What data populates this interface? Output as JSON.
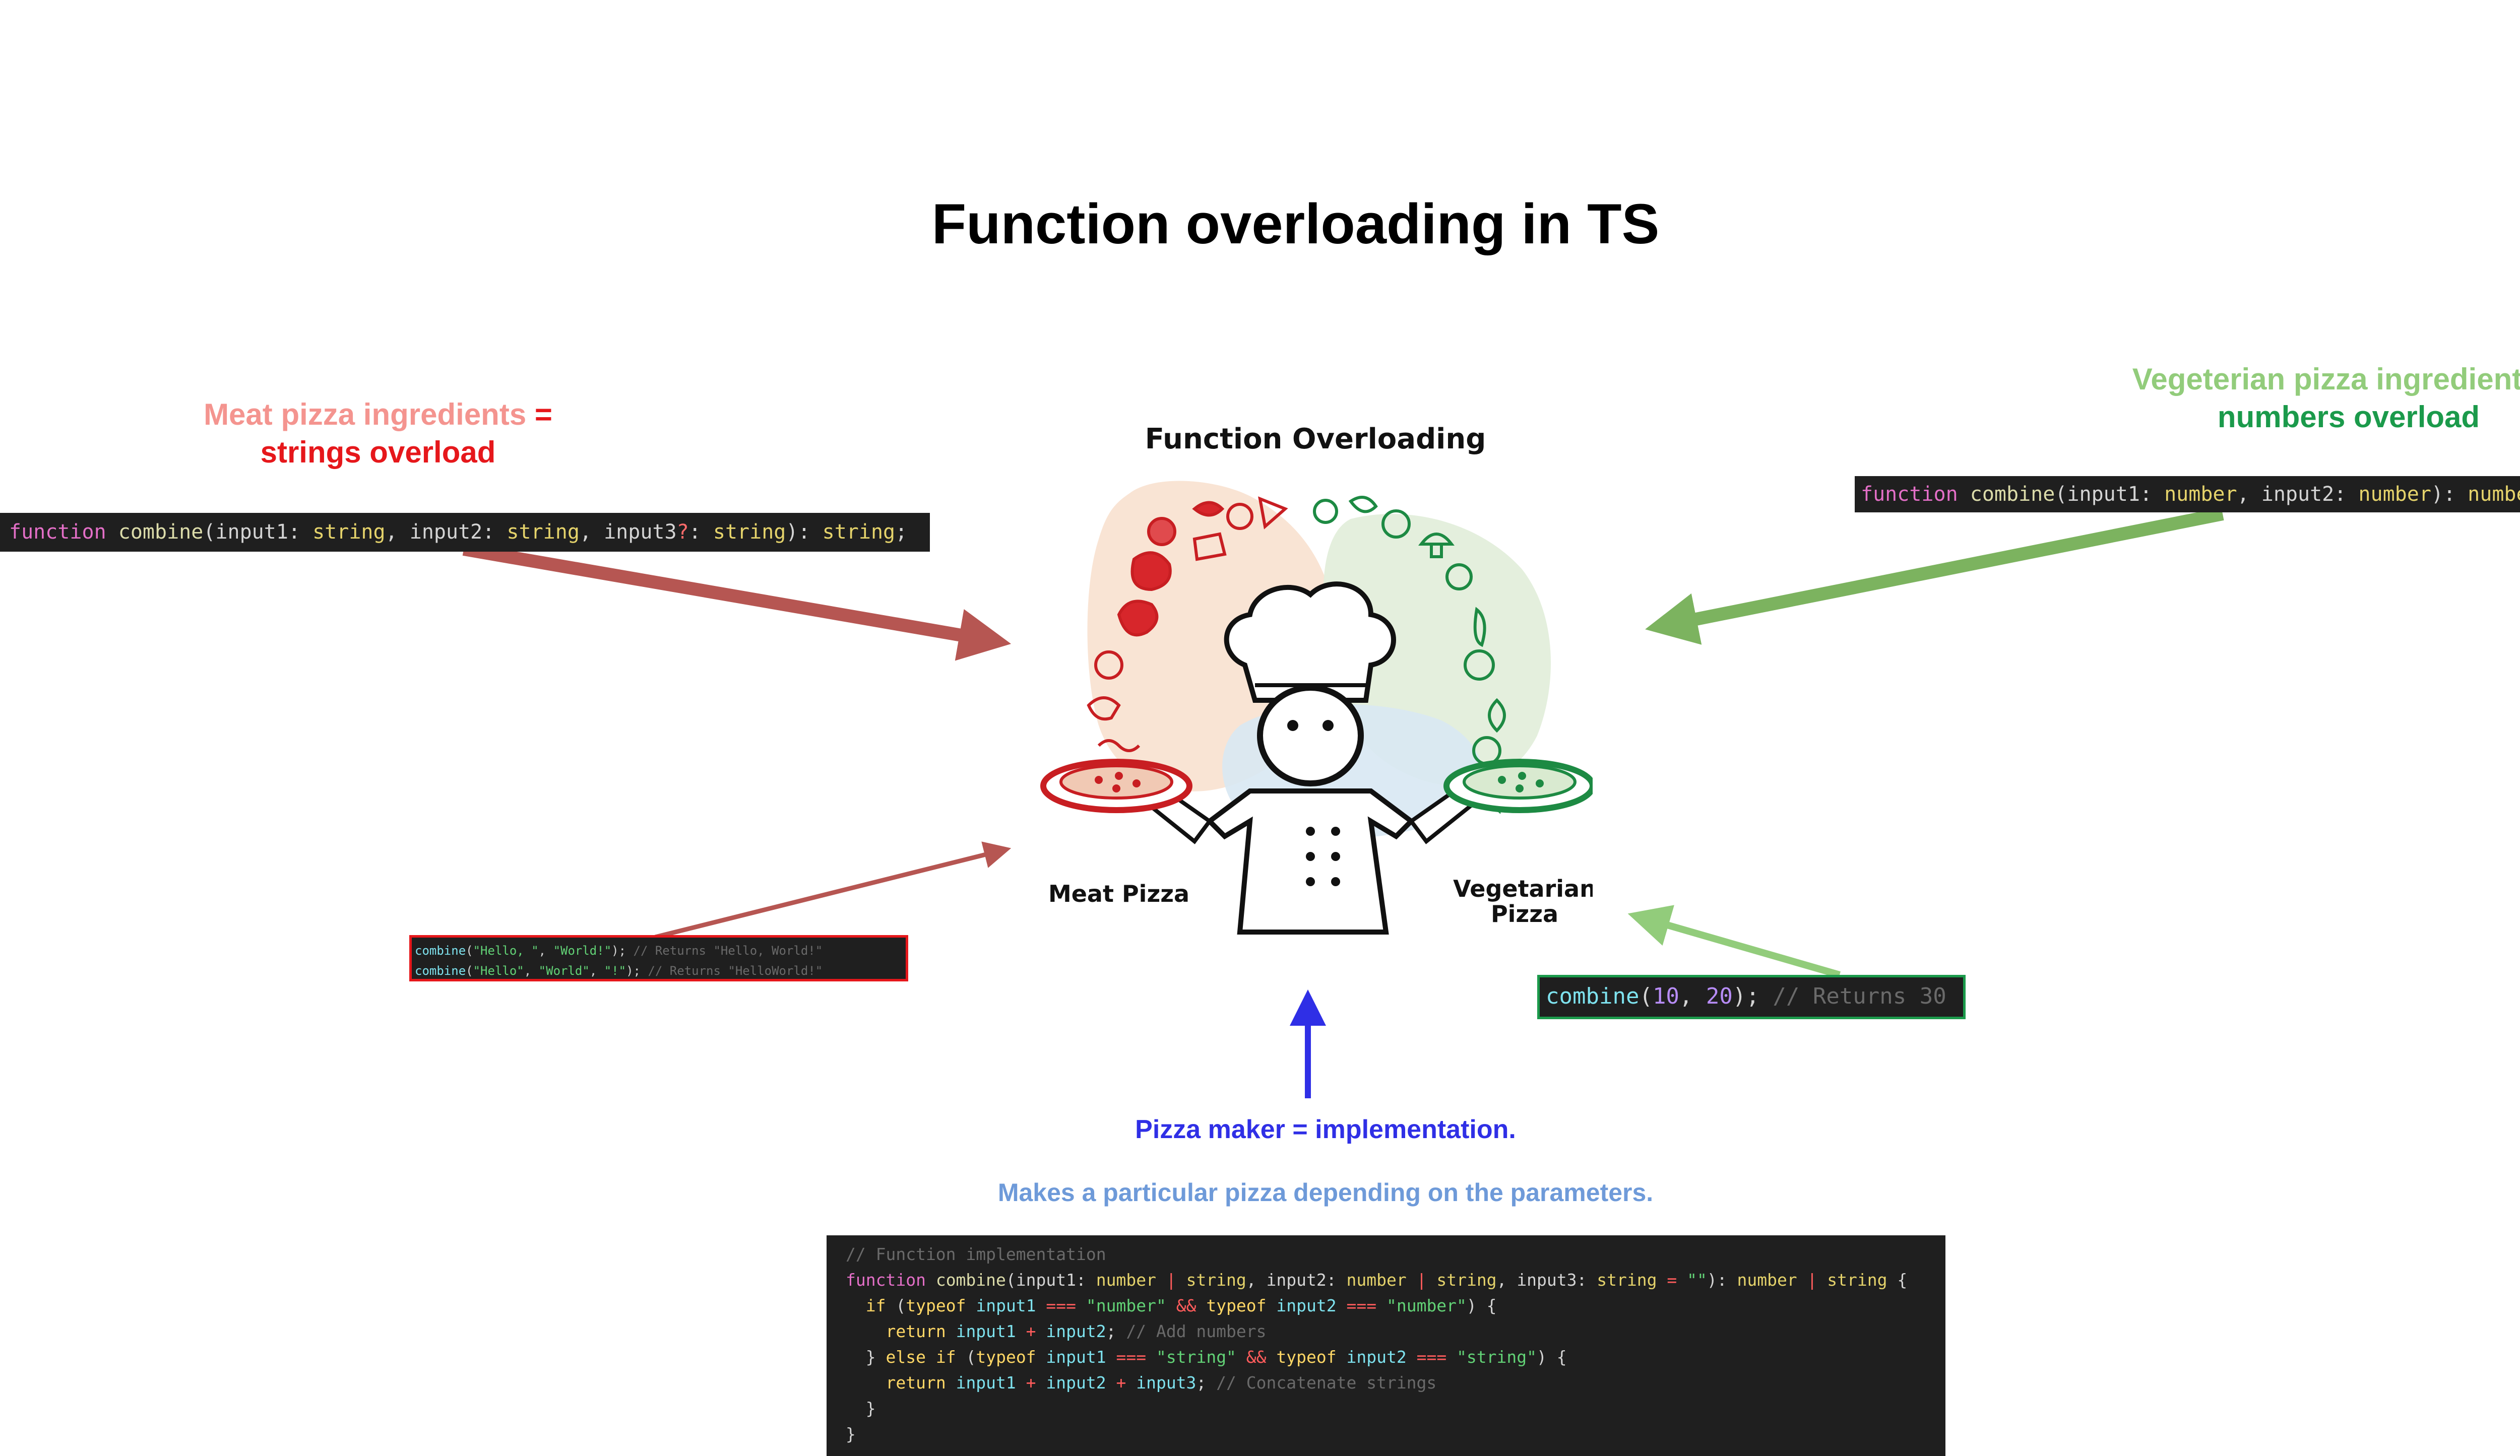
{
  "title": "Function overloading in TS",
  "meat": {
    "label_part1": "Meat pizza ingredients",
    "label_eq": " =",
    "label_part2": "strings overload",
    "signature": {
      "kw": "function",
      "name": " combine",
      "open": "(",
      "p1": "input1",
      "c1": ": ",
      "t1": "string",
      "sep1": ", ",
      "p2": "input2",
      "c2": ": ",
      "t2": "string",
      "sep2": ", ",
      "p3": "input3",
      "opt": "?",
      "c3": ": ",
      "t3": "string",
      "close": "): ",
      "ret": "string",
      "end": ";"
    },
    "calls": [
      {
        "fn": "combine",
        "open": "(",
        "a1": "\"Hello, \"",
        "sep1": ", ",
        "a2": "\"World!\"",
        "close": ");",
        "comment": " // Returns \"Hello, World!\""
      },
      {
        "fn": "combine",
        "open": "(",
        "a1": "\"Hello\"",
        "sep1": ", ",
        "a2": "\"World\"",
        "sep2": ", ",
        "a3": "\"!\"",
        "close": ");",
        "comment": " // Returns \"HelloWorld!\""
      }
    ]
  },
  "veg": {
    "label_part1": "Vegeterian pizza ingredients",
    "label_eq": " =",
    "label_part2": "numbers overload",
    "signature": {
      "kw": "function",
      "name": " combine",
      "open": "(",
      "p1": "input1",
      "c1": ": ",
      "t1": "number",
      "sep1": ", ",
      "p2": "input2",
      "c2": ": ",
      "t2": "number",
      "close": "): ",
      "ret": "number",
      "end": ";"
    },
    "call": {
      "fn": "combine",
      "open": "(",
      "a1": "10",
      "sep": ", ",
      "a2": "20",
      "close": ");",
      "comment": " // Returns 30"
    }
  },
  "illustration": {
    "heading": "Function Overloading",
    "meat_label": "Meat Pizza",
    "veg_label_line1": "Vegetarian",
    "veg_label_line2": "Pizza"
  },
  "pizza_maker": {
    "label": "Pizza maker = implementation.",
    "subtitle": "Makes a particular pizza depending on the parameters."
  },
  "implementation": {
    "comment": "// Function implementation",
    "l2": {
      "kw": "function",
      "name": " combine",
      "open": "(",
      "p1": "input1",
      "c1": ": ",
      "t1": "number",
      "bar1": " | ",
      "t1b": "string",
      "sep1": ", ",
      "p2": "input2",
      "c2": ": ",
      "t2": "number",
      "bar2": " | ",
      "t2b": "string",
      "sep2": ", ",
      "p3": "input3",
      "c3": ": ",
      "t3": "string",
      "eq": " = ",
      "def": "\"\"",
      "close": "): ",
      "r1": "number",
      "bar3": " | ",
      "r2": "string",
      "brace": " {"
    },
    "l3": {
      "ind": "  ",
      "kw": "if",
      "open": " (",
      "to1": "typeof",
      "v1": " input1",
      "eq1": " === ",
      "s1": "\"number\"",
      "and": " && ",
      "to2": "typeof",
      "v2": " input2",
      "eq2": " === ",
      "s2": "\"number\"",
      "close": ") {"
    },
    "l4": {
      "ind": "    ",
      "kw": "return",
      "v1": " input1",
      "plus": " + ",
      "v2": "input2",
      "semi": ";",
      "comment": " // Add numbers"
    },
    "l5": {
      "ind": "  ",
      "br": "} ",
      "kw1": "else",
      "kw2": " if",
      "open": " (",
      "to1": "typeof",
      "v1": " input1",
      "eq1": " === ",
      "s1": "\"string\"",
      "and": " && ",
      "to2": "typeof",
      "v2": " input2",
      "eq2": " === ",
      "s2": "\"string\"",
      "close": ") {"
    },
    "l6": {
      "ind": "    ",
      "kw": "return",
      "v1": " input1",
      "plus1": " + ",
      "v2": "input2",
      "plus2": " + ",
      "v3": "input3",
      "semi": ";",
      "comment": " // Concatenate strings"
    },
    "l7": "  }",
    "l8": "}"
  },
  "colors": {
    "meat_light": "#f4948f",
    "meat_red": "#e6171b",
    "veg_light": "#92cc7b",
    "veg_green": "#1b9a4b",
    "meat_arrow": "#b65652",
    "veg_arrow": "#7cb35f",
    "maker_blue": "#2f2fe6",
    "subtitle_blue": "#6e9ad9"
  }
}
